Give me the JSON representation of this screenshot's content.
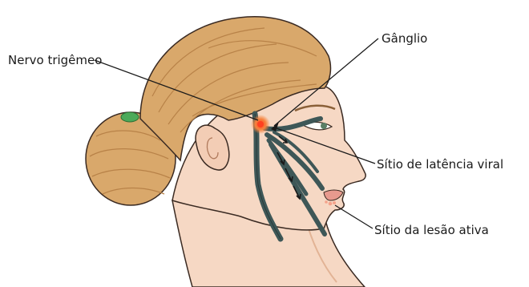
{
  "diagram": {
    "labels": {
      "trigeminal_nerve": "Nervo trigêmeo",
      "ganglion": "Gânglio",
      "latency_site": "Sítio de latência viral",
      "active_lesion_site": "Sítio da lesão ativa"
    },
    "colors": {
      "skin": "#f6d8c4",
      "skin_shadow": "#e9b99c",
      "hair": "#d9a86b",
      "hair_dark": "#b88248",
      "nerve": "#3e5757",
      "ganglion": "#f26b3a",
      "lips": "#e79a8e",
      "hair_tie": "#4caa5a",
      "eye": "#5a7f66"
    }
  }
}
